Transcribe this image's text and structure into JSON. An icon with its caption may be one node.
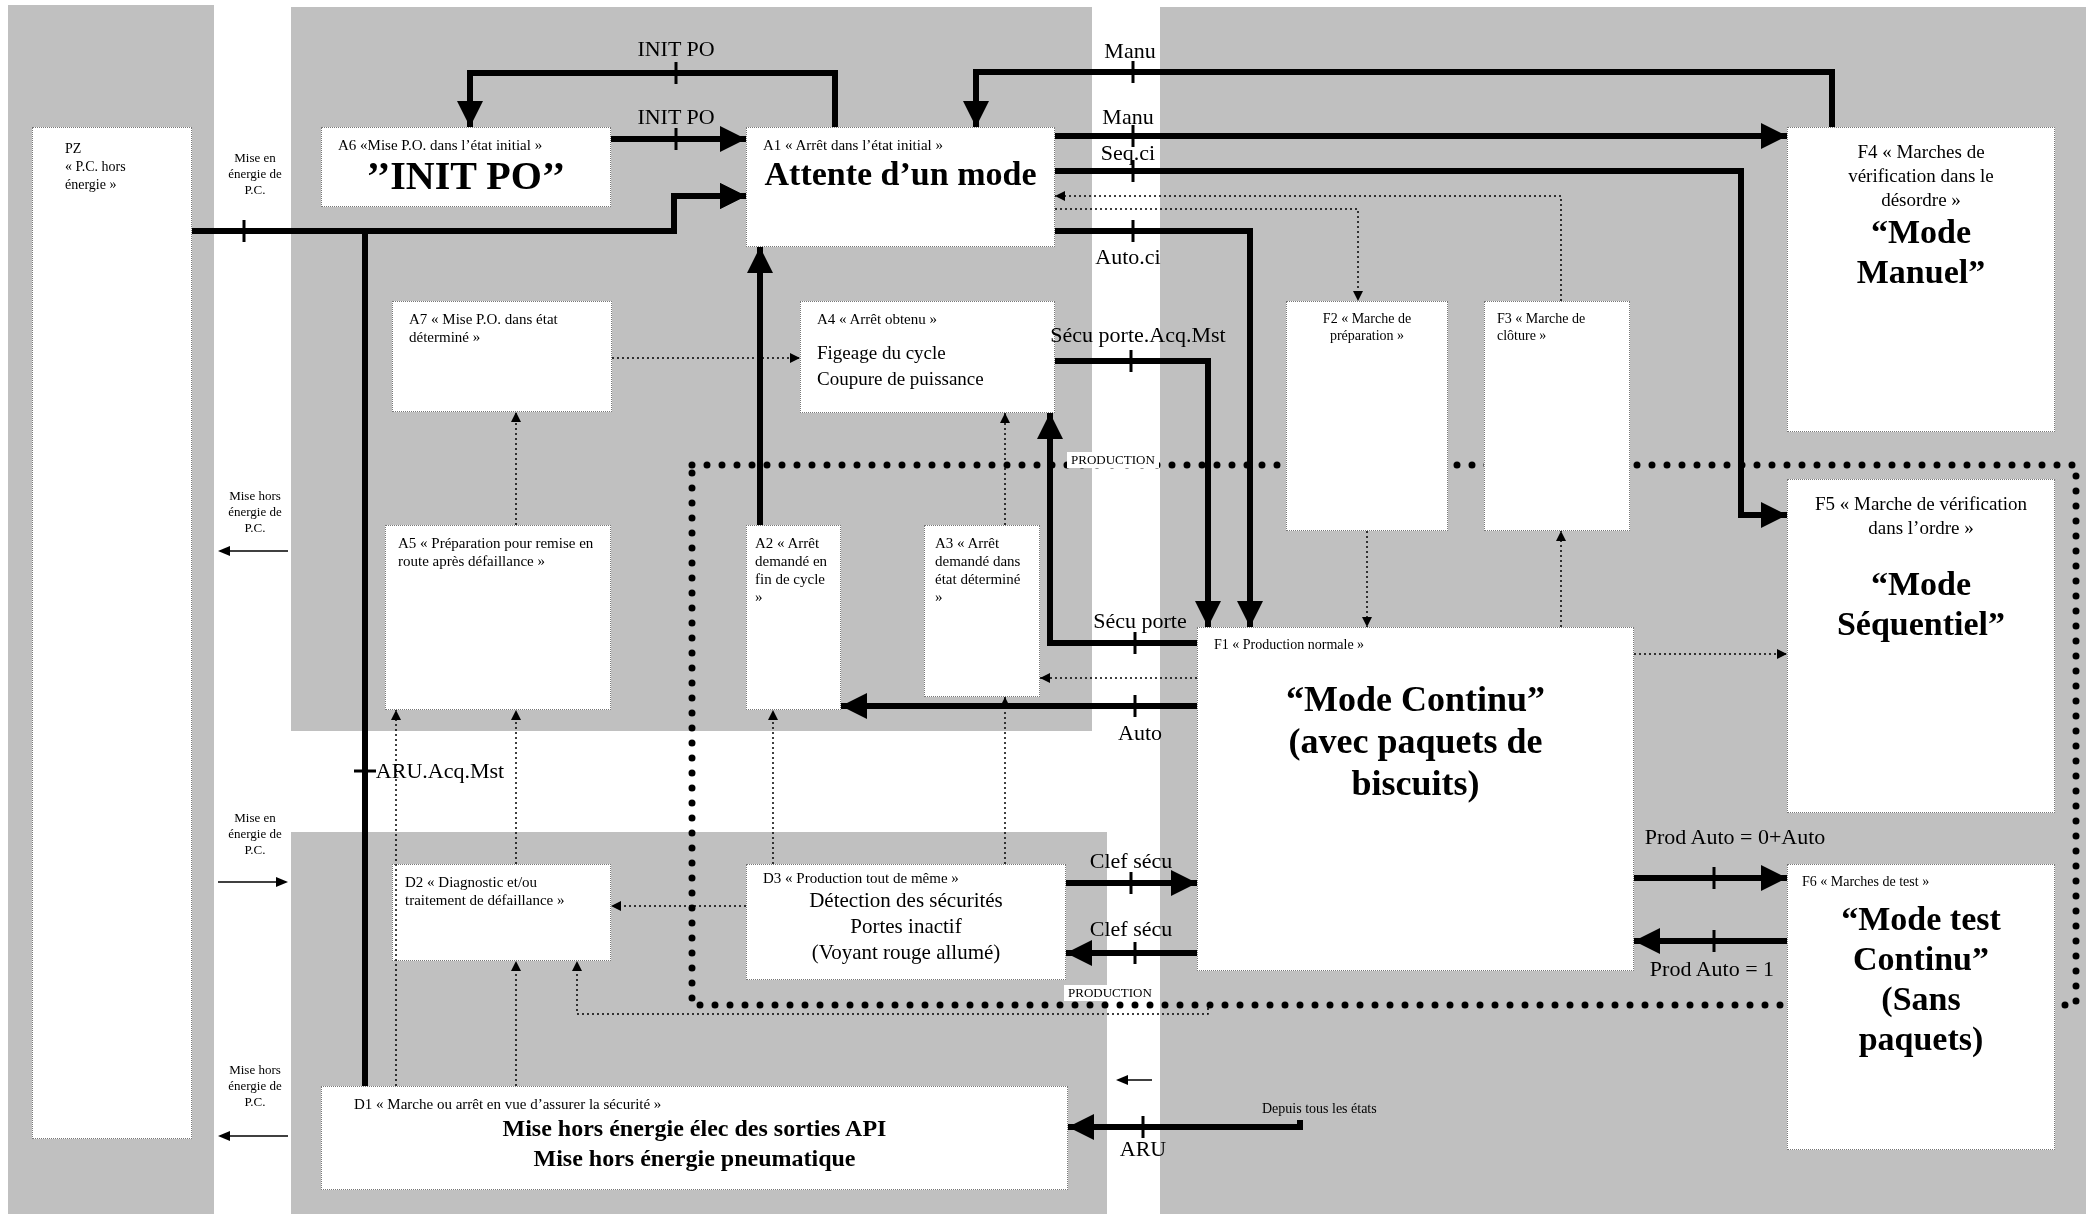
{
  "diagram": {
    "nodes": [
      {
        "text": [
          "PZ",
          "« P.C. hors énergie »"
        ]
      },
      {
        "text": [
          "A6 «Mise P.O. dans l’état initial »",
          "’’INIT PO’’"
        ]
      },
      {
        "text": [
          "A1 « Arrêt dans l’état initial »",
          "Attente d’un mode"
        ]
      },
      {
        "text": [
          "A7 « Mise P.O. dans état déterminé »"
        ]
      },
      {
        "text": [
          "A4 « Arrêt obtenu »",
          "Figeage du cycle",
          "Coupure de puissance"
        ]
      },
      {
        "text": [
          "A5 « Préparation pour remise en route après défaillance »"
        ]
      },
      {
        "text": [
          "A2 « Arrêt demandé en fin de cycle »"
        ]
      },
      {
        "text": [
          "A3 « Arrêt demandé dans état déterminé »"
        ]
      },
      {
        "text": [
          "D2 « Diagnostic et/ou traitement de défaillance »"
        ]
      },
      {
        "text": [
          "D3 « Production tout de même »",
          "Détection des sécurités",
          "Portes inactif",
          "(Voyant rouge allumé)"
        ]
      },
      {
        "text": [
          "D1 « Marche ou arrêt en vue d’assurer la sécurité »",
          "Mise hors énergie élec des sorties API",
          "Mise hors énergie pneumatique"
        ]
      },
      {
        "text": [
          "F2 « Marche de préparation »"
        ]
      },
      {
        "text": [
          "F3 « Marche de clôture »"
        ]
      },
      {
        "text": [
          "F4 « Marches de vérification dans le désordre »",
          "“Mode Manuel”"
        ]
      },
      {
        "text": [
          "F5 « Marche de vérification dans l’ordre »",
          "“Mode Séquentiel”"
        ]
      },
      {
        "text": [
          "F1 « Production normale »",
          "“Mode Continu”",
          "(avec paquets de biscuits)"
        ]
      },
      {
        "text": [
          "F6 « Marches de test »",
          "“Mode test Continu”",
          "(Sans paquets)"
        ]
      },
      {
        "text": [
          "Depuis tous les états"
        ]
      }
    ],
    "edges": [
      {
        "from": 2,
        "to": 1,
        "arrow": "to",
        "label": "INIT PO"
      },
      {
        "from": 1,
        "to": 2,
        "arrow": "to",
        "label": "INIT PO"
      },
      {
        "from": 0,
        "to": 2,
        "arrow": "to"
      },
      {
        "from": 10,
        "to": 2,
        "arrow": "to",
        "label": "ARU.Acq.Mst"
      },
      {
        "from": 2,
        "to": 13,
        "arrow": "to",
        "label": "Manu"
      },
      {
        "from": 13,
        "to": 2,
        "arrow": "to",
        "label": "Manu"
      },
      {
        "from": 2,
        "to": 14,
        "arrow": "to",
        "label": "Seq.ci"
      },
      {
        "from": 2,
        "to": 15,
        "arrow": "to",
        "label": "Auto.ci"
      },
      {
        "from": 2,
        "to": 11,
        "arrow": "to",
        "style": "dashed"
      },
      {
        "from": 12,
        "to": 2,
        "arrow": "to",
        "style": "dashed"
      },
      {
        "from": 4,
        "to": 15,
        "arrow": "to",
        "label": "Sécu porte.Acq.Mst"
      },
      {
        "from": 15,
        "to": 4,
        "arrow": "to",
        "label": "Sécu porte"
      },
      {
        "from": 15,
        "to": 7,
        "arrow": "to",
        "style": "dashed"
      },
      {
        "from": 15,
        "to": 6,
        "arrow": "to",
        "label": "Auto"
      },
      {
        "from": 6,
        "to": 2,
        "arrow": "to"
      },
      {
        "from": 7,
        "to": 4,
        "arrow": "to",
        "style": "dashed"
      },
      {
        "from": 3,
        "to": 4,
        "arrow": "to",
        "style": "dashed"
      },
      {
        "from": 5,
        "to": 3,
        "arrow": "to",
        "style": "dashed"
      },
      {
        "from": 8,
        "to": 5,
        "arrow": "to",
        "style": "dashed"
      },
      {
        "from": 10,
        "to": 8,
        "arrow": "to",
        "style": "dashed"
      },
      {
        "from": 10,
        "to": 5,
        "arrow": "to",
        "style": "dashed"
      },
      {
        "from": 9,
        "to": 8,
        "arrow": "to",
        "style": "dashed"
      },
      {
        "from": 9,
        "to": 6,
        "arrow": "to",
        "style": "dashed"
      },
      {
        "from": 9,
        "to": 7,
        "arrow": "to",
        "style": "dashed"
      },
      {
        "from": null,
        "to": 8,
        "arrow": "to",
        "style": "dashed"
      },
      {
        "from": 9,
        "to": 15,
        "arrow": "to",
        "label": "Clef sécu"
      },
      {
        "from": 15,
        "to": 9,
        "arrow": "to",
        "label": "Clef sécu"
      },
      {
        "from": 15,
        "to": 16,
        "arrow": "to",
        "label": "Prod Auto = 0+Auto"
      },
      {
        "from": 16,
        "to": 15,
        "arrow": "to",
        "label": "Prod Auto = 1"
      },
      {
        "from": 15,
        "to": 14,
        "arrow": "to",
        "style": "dashed"
      },
      {
        "from": 11,
        "to": 15,
        "arrow": "to",
        "style": "dashed"
      },
      {
        "from": 15,
        "to": 12,
        "arrow": "to",
        "style": "dashed"
      },
      {
        "from": 17,
        "to": 10,
        "arrow": "to",
        "label": "ARU"
      }
    ],
    "labels": [
      "Mise en énergie de P.C.",
      "Mise hors énergie de P.C.",
      "PRODUCTION",
      "Mise en énergie de P.C.",
      "PRODUCTION",
      "Mise hors énergie de P.C."
    ]
  }
}
